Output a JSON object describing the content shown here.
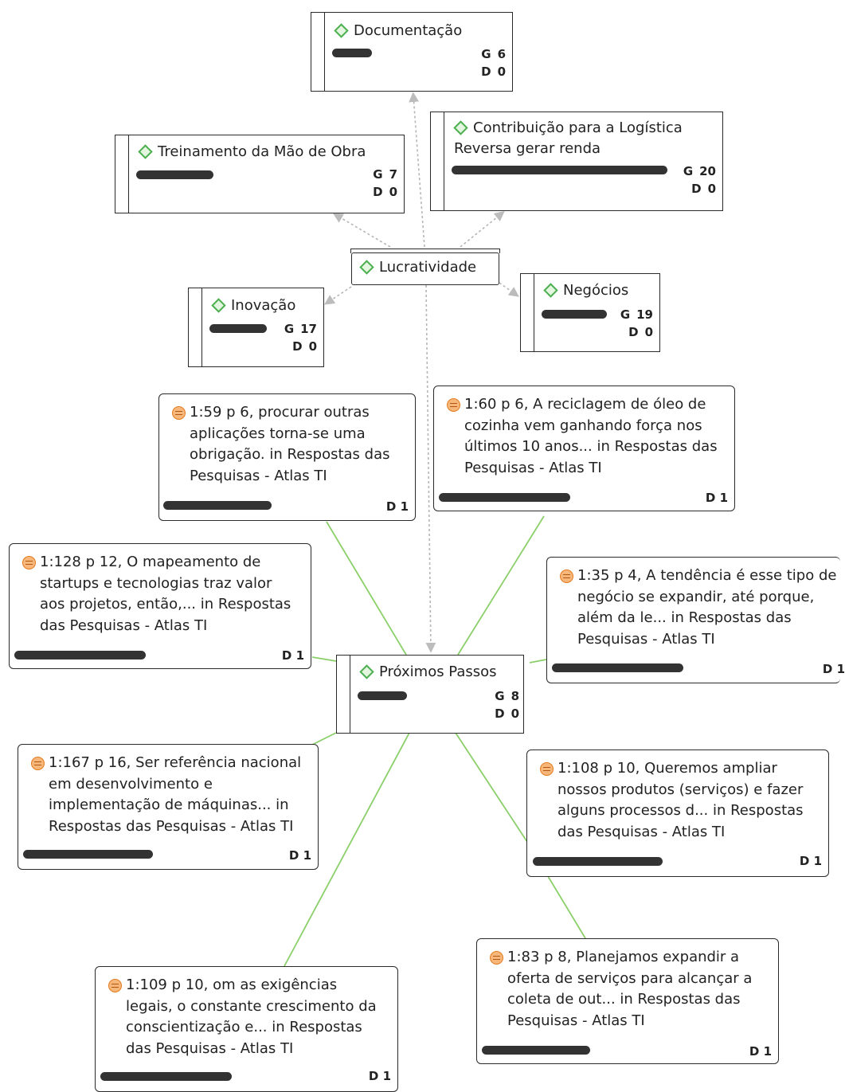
{
  "codes": {
    "documentacao": {
      "title": "Documentação",
      "g": "6",
      "d": "0"
    },
    "treinamento": {
      "title": "Treinamento da Mão de Obra",
      "g": "7",
      "d": "0"
    },
    "contribuicao": {
      "title": "Contribuição para a Logística Reversa gerar renda",
      "g": "20",
      "d": "0"
    },
    "lucratividade": {
      "title": "Lucratividade"
    },
    "inovacao": {
      "title": "Inovação",
      "g": "17",
      "d": "0"
    },
    "negocios": {
      "title": "Negócios",
      "g": "19",
      "d": "0"
    },
    "proximos": {
      "title": "Próximos Passos",
      "g": "8",
      "d": "0"
    }
  },
  "labels": {
    "g": "G",
    "d": "D"
  },
  "quotes": {
    "q159": {
      "text": "1:59 p 6, procurar outras aplicações torna-se uma obrigação. in Respostas das Pesquisas - Atlas TI",
      "d": "1"
    },
    "q160": {
      "text": "1:60 p 6, A reciclagem de óleo de cozinha vem ganhando força nos últimos 10 anos... in Respostas das Pesquisas - Atlas TI",
      "d": "1"
    },
    "q1128": {
      "text": "1:128 p 12, O mapeamento de startups e tecnologias traz valor aos projetos, então,... in Respostas das Pesquisas - Atlas TI",
      "d": "1"
    },
    "q135": {
      "text": "1:35 p 4, A tendência é esse tipo de negócio se expandir, até porque, além da le... in Respostas das Pesquisas - Atlas TI",
      "d": "1"
    },
    "q1167": {
      "text": "1:167 p 16, Ser referência nacional em desenvolvimento e implementação de máquinas... in Respostas das Pesquisas - Atlas TI",
      "d": "1"
    },
    "q1108": {
      "text": "1:108 p 10, Queremos ampliar nossos produtos (serviços) e fazer alguns processos d... in Respostas das Pesquisas - Atlas TI",
      "d": "1"
    },
    "q1109": {
      "text": "1:109 p 10, om as exigências legais, o constante crescimento da conscientização e... in Respostas das Pesquisas - Atlas TI",
      "d": "1"
    },
    "q183": {
      "text": "1:83 p 8, Planejamos expandir a oferta de serviços para alcançar a coleta de out... in Respostas das Pesquisas - Atlas TI",
      "d": "1"
    }
  },
  "colors": {
    "link_green": "#8bcf6a",
    "link_gray": "#b5b5b5",
    "code_icon": "#4caf50",
    "quote_icon": "#f7b77a"
  },
  "icons": {
    "code": "diamond-icon",
    "quote": "quotation-icon"
  }
}
